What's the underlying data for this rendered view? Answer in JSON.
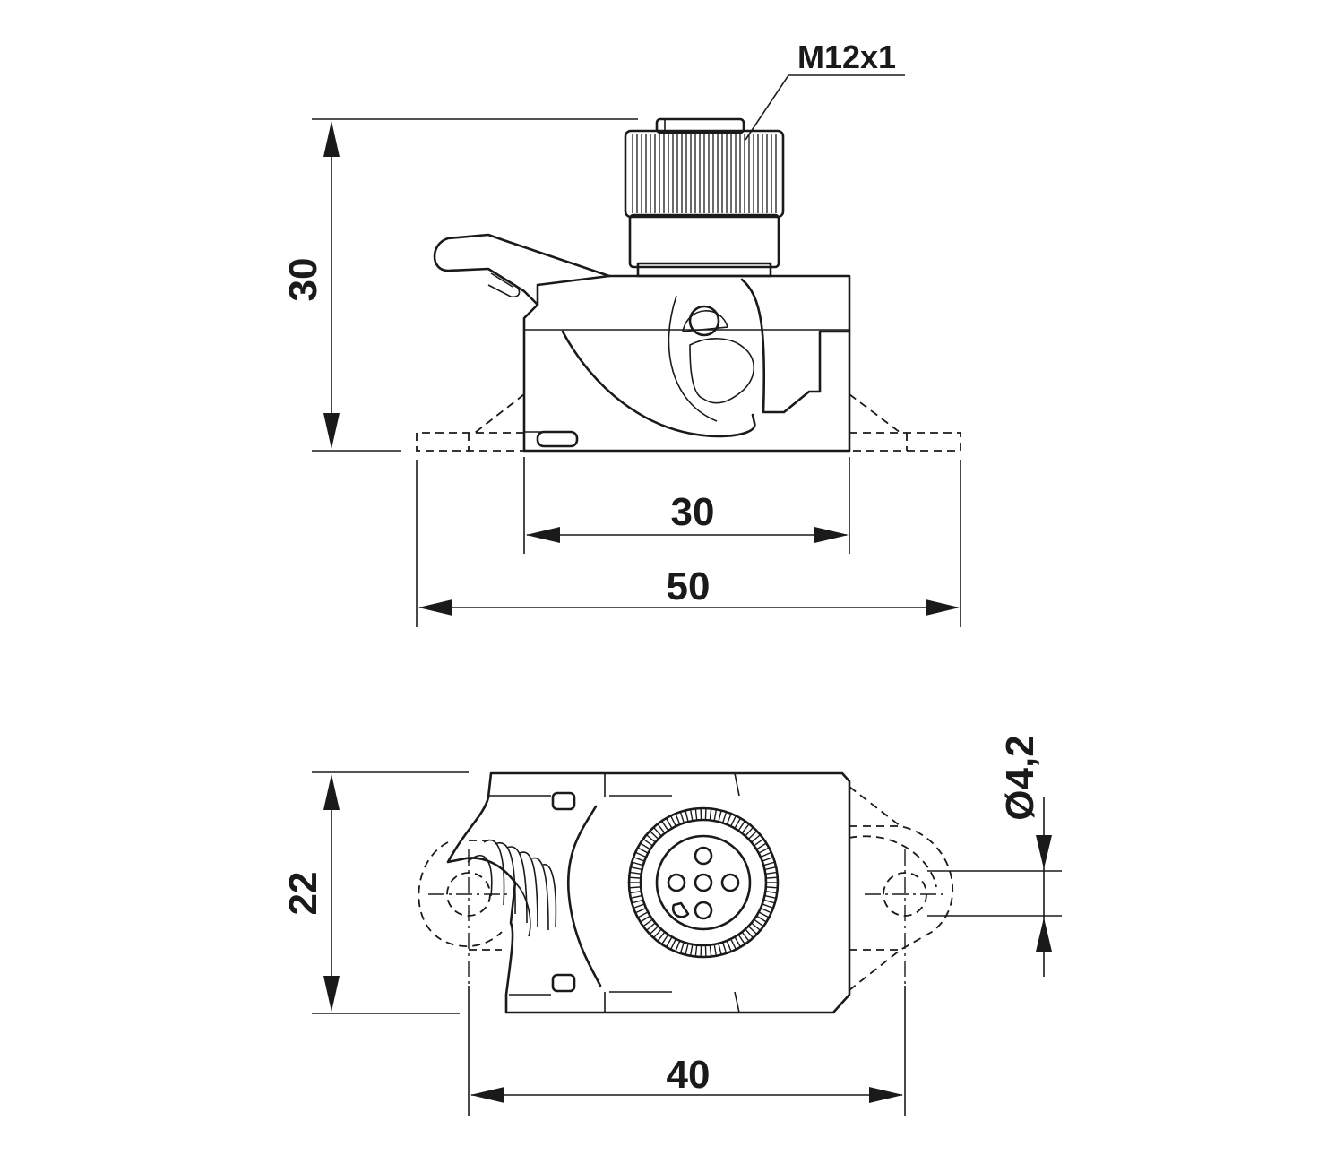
{
  "side_view": {
    "thread_label": "M12x1",
    "height_dim": "30",
    "base_width_dim": "30",
    "overall_width_dim": "50"
  },
  "top_view": {
    "width_dim": "22",
    "hole_diameter_dim": "Ø4,2",
    "hole_pitch_dim": "40"
  }
}
